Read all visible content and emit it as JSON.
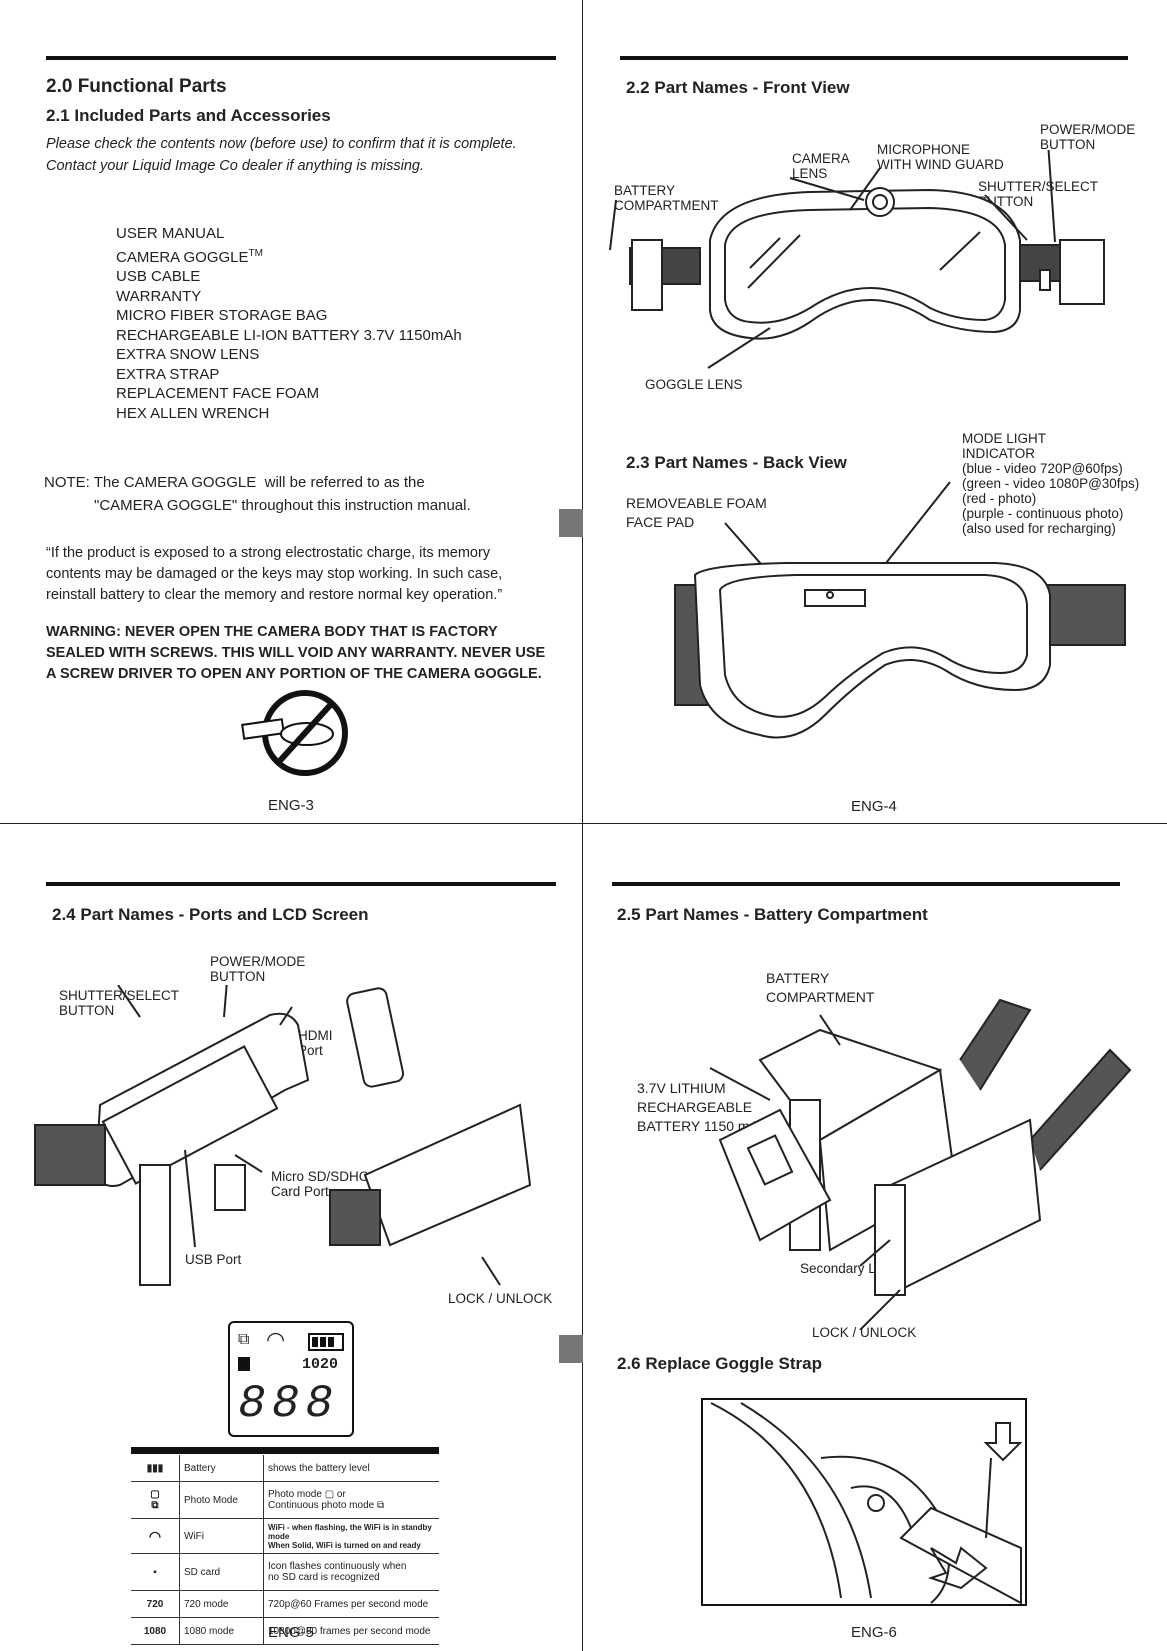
{
  "page1": {
    "heading": "2.0 Functional Parts",
    "subheading": "2.1 Included Parts and Accessories",
    "intro_line1": "Please check the contents now (before use) to confirm that it is complete.",
    "intro_line2": "Contact your Liquid Image Co dealer if anything is missing.",
    "items": [
      "USER MANUAL",
      "CAMERA GOGGLE",
      "USB CABLE",
      "WARRANTY",
      "MICRO FIBER STORAGE BAG",
      "RECHARGEABLE LI-ION BATTERY 3.7V 1150mAh",
      "EXTRA SNOW LENS",
      "EXTRA STRAP",
      "REPLACEMENT FACE FOAM",
      "HEX ALLEN WRENCH"
    ],
    "tm": "TM",
    "note_line1": "NOTE: The CAMERA GOGGLE  will be referred to as the",
    "note_line2": "\"CAMERA GOGGLE\" throughout this instruction manual.",
    "static_line1": "“If the product is exposed to a strong electrostatic charge, its memory",
    "static_line2": "contents may be damaged or the keys may stop working. In such case,",
    "static_line3": "reinstall battery to clear the memory and restore normal key operation.”",
    "warning_line1": "WARNING: NEVER OPEN THE CAMERA BODY THAT IS FACTORY",
    "warning_line2": "SEALED WITH SCREWS. THIS WILL VOID ANY WARRANTY. NEVER USE",
    "warning_line3": "A SCREW DRIVER TO OPEN ANY PORTION OF THE CAMERA GOGGLE.",
    "page_number": "ENG-3"
  },
  "page2": {
    "front_heading": "2.2  Part Names - Front View",
    "labels": {
      "power_mode": "POWER/MODE\nBUTTON",
      "camera_lens": "CAMERA\nLENS",
      "microphone": "MICROPHONE\nWITH WIND GUARD",
      "battery_compartment": "BATTERY\nCOMPARTMENT",
      "shutter_select": "SHUTTER/SELECT\nBUTTON",
      "goggle_lens": "GOGGLE LENS"
    },
    "back_heading": "2.3  Part Names - Back View",
    "mode_light": "MODE LIGHT\nINDICATOR\n(blue - video 720P@60fps)\n(green - video 1080P@30fps)\n(red - photo)\n(purple - continuous photo)\n(also used for recharging)",
    "foam": "REMOVEABLE FOAM\nFACE PAD",
    "page_number": "ENG-4"
  },
  "page3": {
    "heading": "2.4  Part Names - Ports and LCD Screen",
    "labels": {
      "power_mode": "POWER/MODE\nBUTTON",
      "shutter_select": "SHUTTER/SELECT\nBUTTON",
      "hdmi": "HDMI\nPort",
      "micro_sd": "Micro SD/SDHC\nCard Port",
      "usb": "USB Port",
      "lock": "LOCK / UNLOCK"
    },
    "lcd_res": "1020",
    "lcd_digits": "888",
    "table": [
      {
        "icon": "battery-icon",
        "name": "Battery",
        "desc": "shows the battery level"
      },
      {
        "icon": "photo-mode-icon",
        "name": "Photo Mode",
        "desc": "Photo mode  ▢ or\nContinuous photo mode  ⧉"
      },
      {
        "icon": "wifi-icon",
        "name": "WiFi",
        "desc": "WiFi - when flashing, the WiFi is in standby mode\nWhen Solid, WiFi is turned on and ready"
      },
      {
        "icon": "sd-card-icon",
        "name": "SD card",
        "desc": "Icon flashes continuously when\nno SD card is recognized"
      },
      {
        "icon": "720",
        "name": "720 mode",
        "desc": "720p@60 Frames per second mode"
      },
      {
        "icon": "1080",
        "name": "1080 mode",
        "desc": "1080p@30 frames per second mode"
      }
    ],
    "page_number": "ENG-5"
  },
  "page4": {
    "heading": "2.5 Part Names - Battery Compartment",
    "labels": {
      "battery_compartment": "BATTERY\nCOMPARTMENT",
      "lithium": "3.7V LITHIUM\nRECHARGEABLE\nBATTERY 1150  mAh",
      "secondary_lock": "Secondary LOCK",
      "lock": "LOCK / UNLOCK"
    },
    "strap_heading": "2.6 Replace Goggle Strap",
    "page_number": "ENG-6"
  }
}
